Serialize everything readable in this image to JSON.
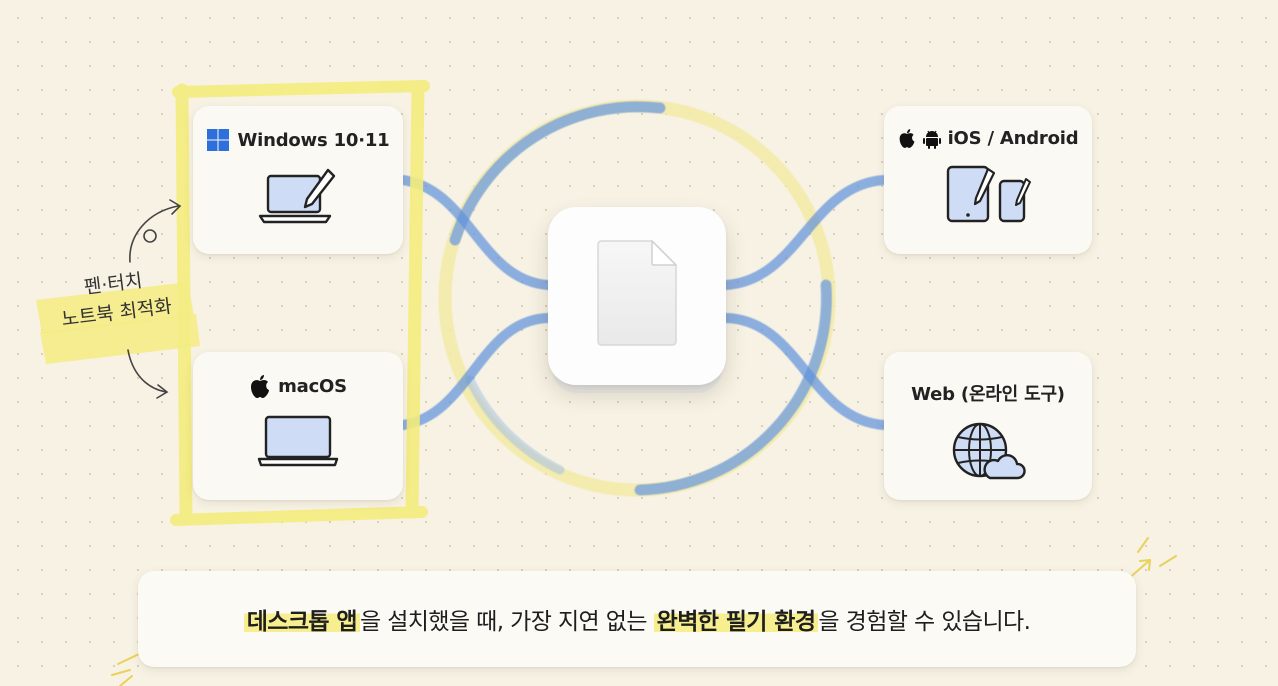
{
  "platforms": {
    "windows": {
      "label": "Windows 10·11",
      "logo_icon": "windows-logo-icon",
      "illustration_icon": "laptop-with-pen-icon"
    },
    "macos": {
      "label": "macOS",
      "logo_icon": "apple-logo-icon",
      "illustration_icon": "macbook-icon"
    },
    "mobile": {
      "label": "iOS / Android",
      "logo_icons": [
        "apple-logo-icon",
        "android-logo-icon"
      ],
      "illustration_icon": "tablet-and-phone-with-pen-icon"
    },
    "web": {
      "label": "Web (온라인 도구)",
      "illustration_icon": "globe-cloud-icon"
    }
  },
  "hub": {
    "icon": "document-icon"
  },
  "side_note": {
    "line1": "펜·터치",
    "line2": "노트북 최적화"
  },
  "caption": {
    "part1": "데스크톱 앱",
    "part2": "을 설치했을 때, 가장 지연 없는 ",
    "part3": "완벽한 필기 환경",
    "part4": "을 경험할 수 있습니다."
  },
  "colors": {
    "background": "#f7f2e4",
    "link_blue": "#5b8fd6",
    "highlight_yellow": "#f4ec86",
    "card": "#fbf9f4"
  }
}
